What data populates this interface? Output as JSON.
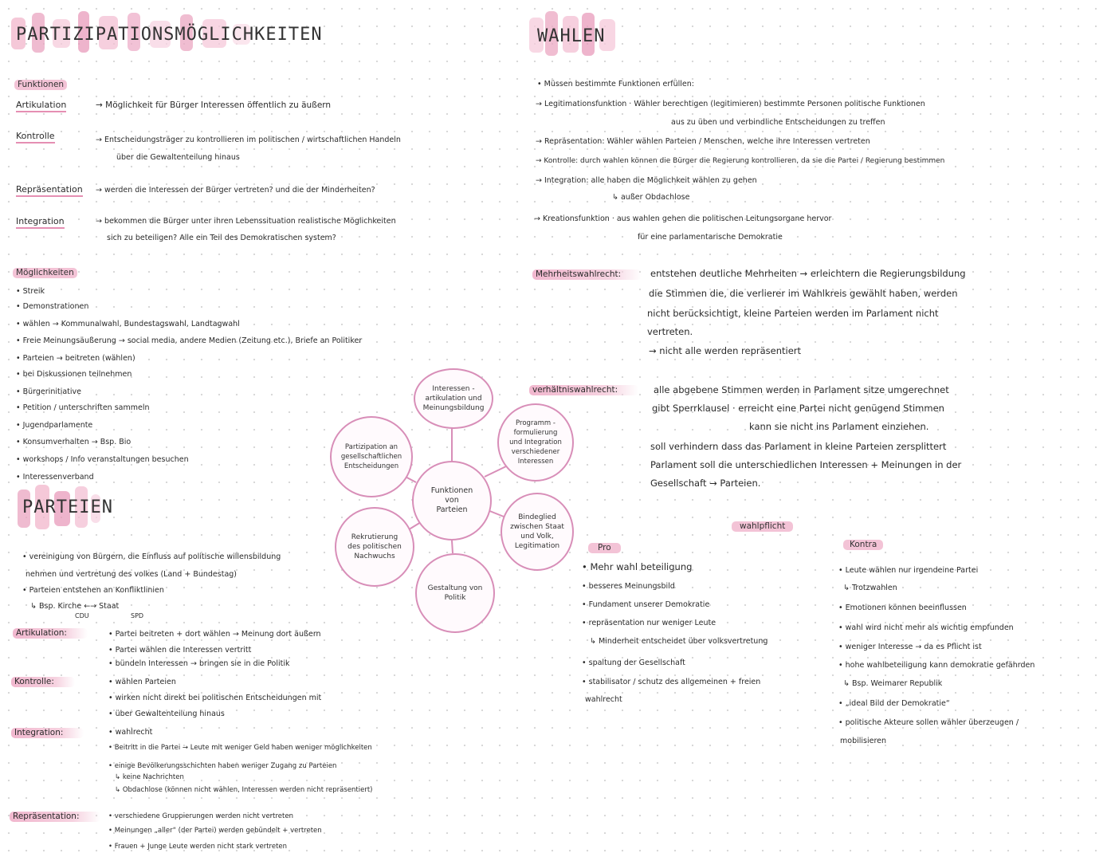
{
  "left": {
    "title": "PARTIZIPATIONSMÖGLICHKEITEN",
    "funktionen_heading": "Funktionen",
    "funktionen": [
      {
        "term": "Artikulation",
        "line1": "→ Möglichkeit für Bürger Interessen öffentlich zu äußern",
        "line2": ""
      },
      {
        "term": "Kontrolle",
        "line1": "→  Entscheidungsträger zu kontrollieren im politischen / wirtschaftlichen Handeln",
        "line2": "über die Gewaltenteilung hinaus"
      },
      {
        "term": "Repräsentation",
        "line1": "→ werden die Interessen der Bürger vertreten? und die der Minderheiten?",
        "line2": ""
      },
      {
        "term": "Integration",
        "line1": "→ bekommen die Bürger unter ihren Lebenssituation realistische Möglichkeiten",
        "line2": "sich zu beteiligen? Alle ein Teil des Demokratischen system?"
      }
    ],
    "moeglichkeiten_heading": "Möglichkeiten",
    "moeglichkeiten": [
      "• Streik",
      "• Demonstrationen",
      "• wählen  → Kommunalwahl, Bundestagswahl, Landtagwahl",
      "• Freie Meinungsäußerung  → social media, andere Medien (Zeitung etc.), Briefe an Politiker",
      "• Parteien  → beitreten (wählen)",
      "• bei Diskussionen teilnehmen",
      "• Bürgerinitiative",
      "• Petition / unterschriften sammeln",
      "• Jugendparlamente",
      "• Konsumverhalten  → Bsp. Bio",
      "• workshops / Info veranstaltungen besuchen",
      "• Interessenverband"
    ]
  },
  "parteien": {
    "title": "PARTEIEN",
    "intro": [
      "• vereinigung von Bürgern, die Einfluss auf politische willensbildung",
      "nehmen und vertretung des volkes (Land + Bundestag)",
      "• Parteien entstehen an Konfliktlinien",
      "↳ Bsp.  Kirche ←→ Staat"
    ],
    "intro_sub": {
      "a": "CDU",
      "b": "SPD"
    },
    "sections": [
      {
        "label": "Artikulation:",
        "lines": [
          "• Partei beitreten + dort wählen → Meinung dort äußern",
          "• Partei wählen die Interessen vertritt",
          "• bündeln Interessen  → bringen sie in die Politik"
        ]
      },
      {
        "label": "Kontrolle:",
        "lines": [
          "• wählen Parteien",
          "• wirken nicht direkt bei politischen Entscheidungen mit",
          "• über Gewaltenteilung hinaus"
        ]
      },
      {
        "label": "Integration:",
        "lines": [
          "• wahlrecht",
          "• Beitritt in die Partei  → Leute mit weniger Geld haben weniger möglichkeiten",
          "• einige Bevölkerungsschichten haben weniger Zugang zu Parteien",
          "↳ keine Nachrichten",
          "↳ Obdachlose (können nicht wählen, Interessen werden nicht repräsentiert)"
        ]
      },
      {
        "label": "Repräsentation:",
        "lines": [
          "• verschiedene Gruppierungen werden nicht vertreten",
          "• Meinungen „aller“ (der Partei) werden gebündelt + vertreten",
          "• Frauen + Junge Leute werden nicht stark vertreten"
        ]
      }
    ]
  },
  "diagram": {
    "center": "Funktionen\nvon\nParteien",
    "nodes": [
      "Interessen -\nartikulation und\nMeinungsbildung",
      "Programm -\nformulierung\nund Integration\nverschiedener\nInteressen",
      "Bindeglied\nzwischen Staat\nund Volk,\nLegitimation",
      "Gestaltung von\nPolitik",
      "Rekrutierung\ndes politischen\nNachwuchs",
      "Partizipation an\ngesellschaftlichen\nEntscheidungen"
    ]
  },
  "wahlen": {
    "title": "WAHLEN",
    "intro": "• Müssen bestimmte Funktionen erfüllen:",
    "functions": [
      "→ Legitimationsfunktion · Wähler berechtigen (legitimieren) bestimmte Personen politische Funktionen",
      "aus zu üben und verbindliche Entscheidungen zu treffen",
      "→ Repräsentation: Wähler wählen Parteien / Menschen, welche ihre Interessen vertreten",
      "→ Kontrolle:  durch wahlen können die Bürger die Regierung kontrollieren, da sie die Partei / Regierung bestimmen",
      "→ Integration: alle haben die Möglichkeit wählen zu gehen",
      "↳ außer Obdachlose",
      "→ Kreationsfunktion · aus wahlen gehen die politischen Leitungsorgane hervor",
      "für eine parlamentarische Demokratie"
    ],
    "mehrheit": {
      "label": "Mehrheitswahlrecht:",
      "lines": [
        "entstehen deutliche Mehrheiten → erleichtern die Regierungsbildung",
        "die Stimmen die, die verlierer im Wahlkreis gewählt haben, werden",
        "nicht berücksichtigt, kleine Parteien werden im Parlament nicht",
        "vertreten.",
        "→ nicht alle werden repräsentiert"
      ]
    },
    "verhaeltnis": {
      "label": "verhältniswahlrecht:",
      "lines": [
        "alle abgebene Stimmen werden in Parlament sitze umgerechnet",
        "gibt Sperrklausel · erreicht eine Partei nicht genügend Stimmen",
        "kann sie nicht ins Parlament einziehen.",
        "soll verhindern dass das Parlament in kleine Parteien zersplittert",
        "Parlament soll die unterschiedlichen Interessen + Meinungen in der",
        "Gesellschaft → Parteien."
      ]
    },
    "wahlpflicht": {
      "label": "wahlpflicht",
      "pro_label": "Pro",
      "pro": [
        "• Mehr wahl beteiligung",
        "• besseres Meinungsbild",
        "• Fundament unserer Demokratie",
        "• repräsentation nur weniger Leute",
        "↳ Minderheit entscheidet über volksvertretung",
        "• spaltung der Gesellschaft",
        "• stabilisator / schutz des allgemeinen + freien",
        "wahlrecht"
      ],
      "kontra_label": "Kontra",
      "kontra": [
        "• Leute wählen nur irgendeine Partei",
        "↳ Trotzwahlen",
        "• Emotionen können beeinflussen",
        "• wahl wird nicht mehr als wichtig empfunden",
        "• weniger Interesse → da es Pflicht ist",
        "• hohe wahlbeteiligung kann demokratie gefährden",
        "↳ Bsp. Weimarer Republik",
        "• „ideal Bild der Demokratie“",
        "• politische Akteure sollen wähler überzeugen /",
        "mobilisieren"
      ]
    }
  }
}
